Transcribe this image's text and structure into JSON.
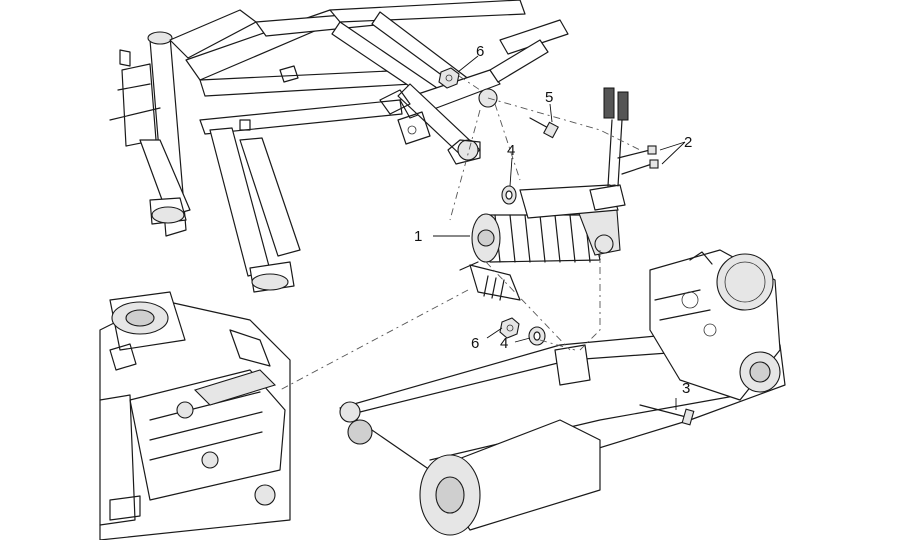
{
  "callouts": [
    {
      "id": "1",
      "text": "1"
    },
    {
      "id": "2",
      "text": "2"
    },
    {
      "id": "3",
      "text": "3"
    },
    {
      "id": "4a",
      "text": "4"
    },
    {
      "id": "4b",
      "text": "4"
    },
    {
      "id": "5",
      "text": "5"
    },
    {
      "id": "6a",
      "text": "6"
    },
    {
      "id": "6b",
      "text": "6"
    }
  ]
}
